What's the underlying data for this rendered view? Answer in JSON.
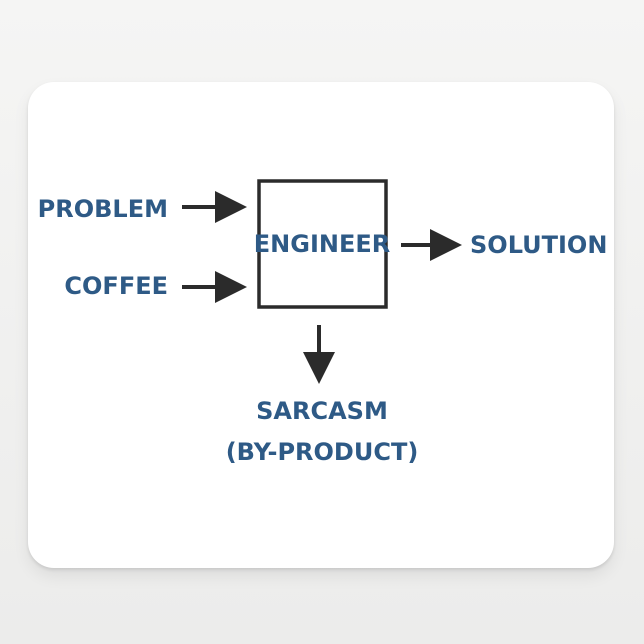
{
  "diagram": {
    "inputs": {
      "problem": "PROBLEM",
      "coffee": "COFFEE"
    },
    "process": "ENGINEER",
    "output": "SOLUTION",
    "byproduct": {
      "line1": "SARCASM",
      "line2": "(BY-PRODUCT)"
    }
  },
  "colors": {
    "text": "#2e5a86",
    "stroke": "#2b2b2b",
    "pad": "#ffffff"
  }
}
